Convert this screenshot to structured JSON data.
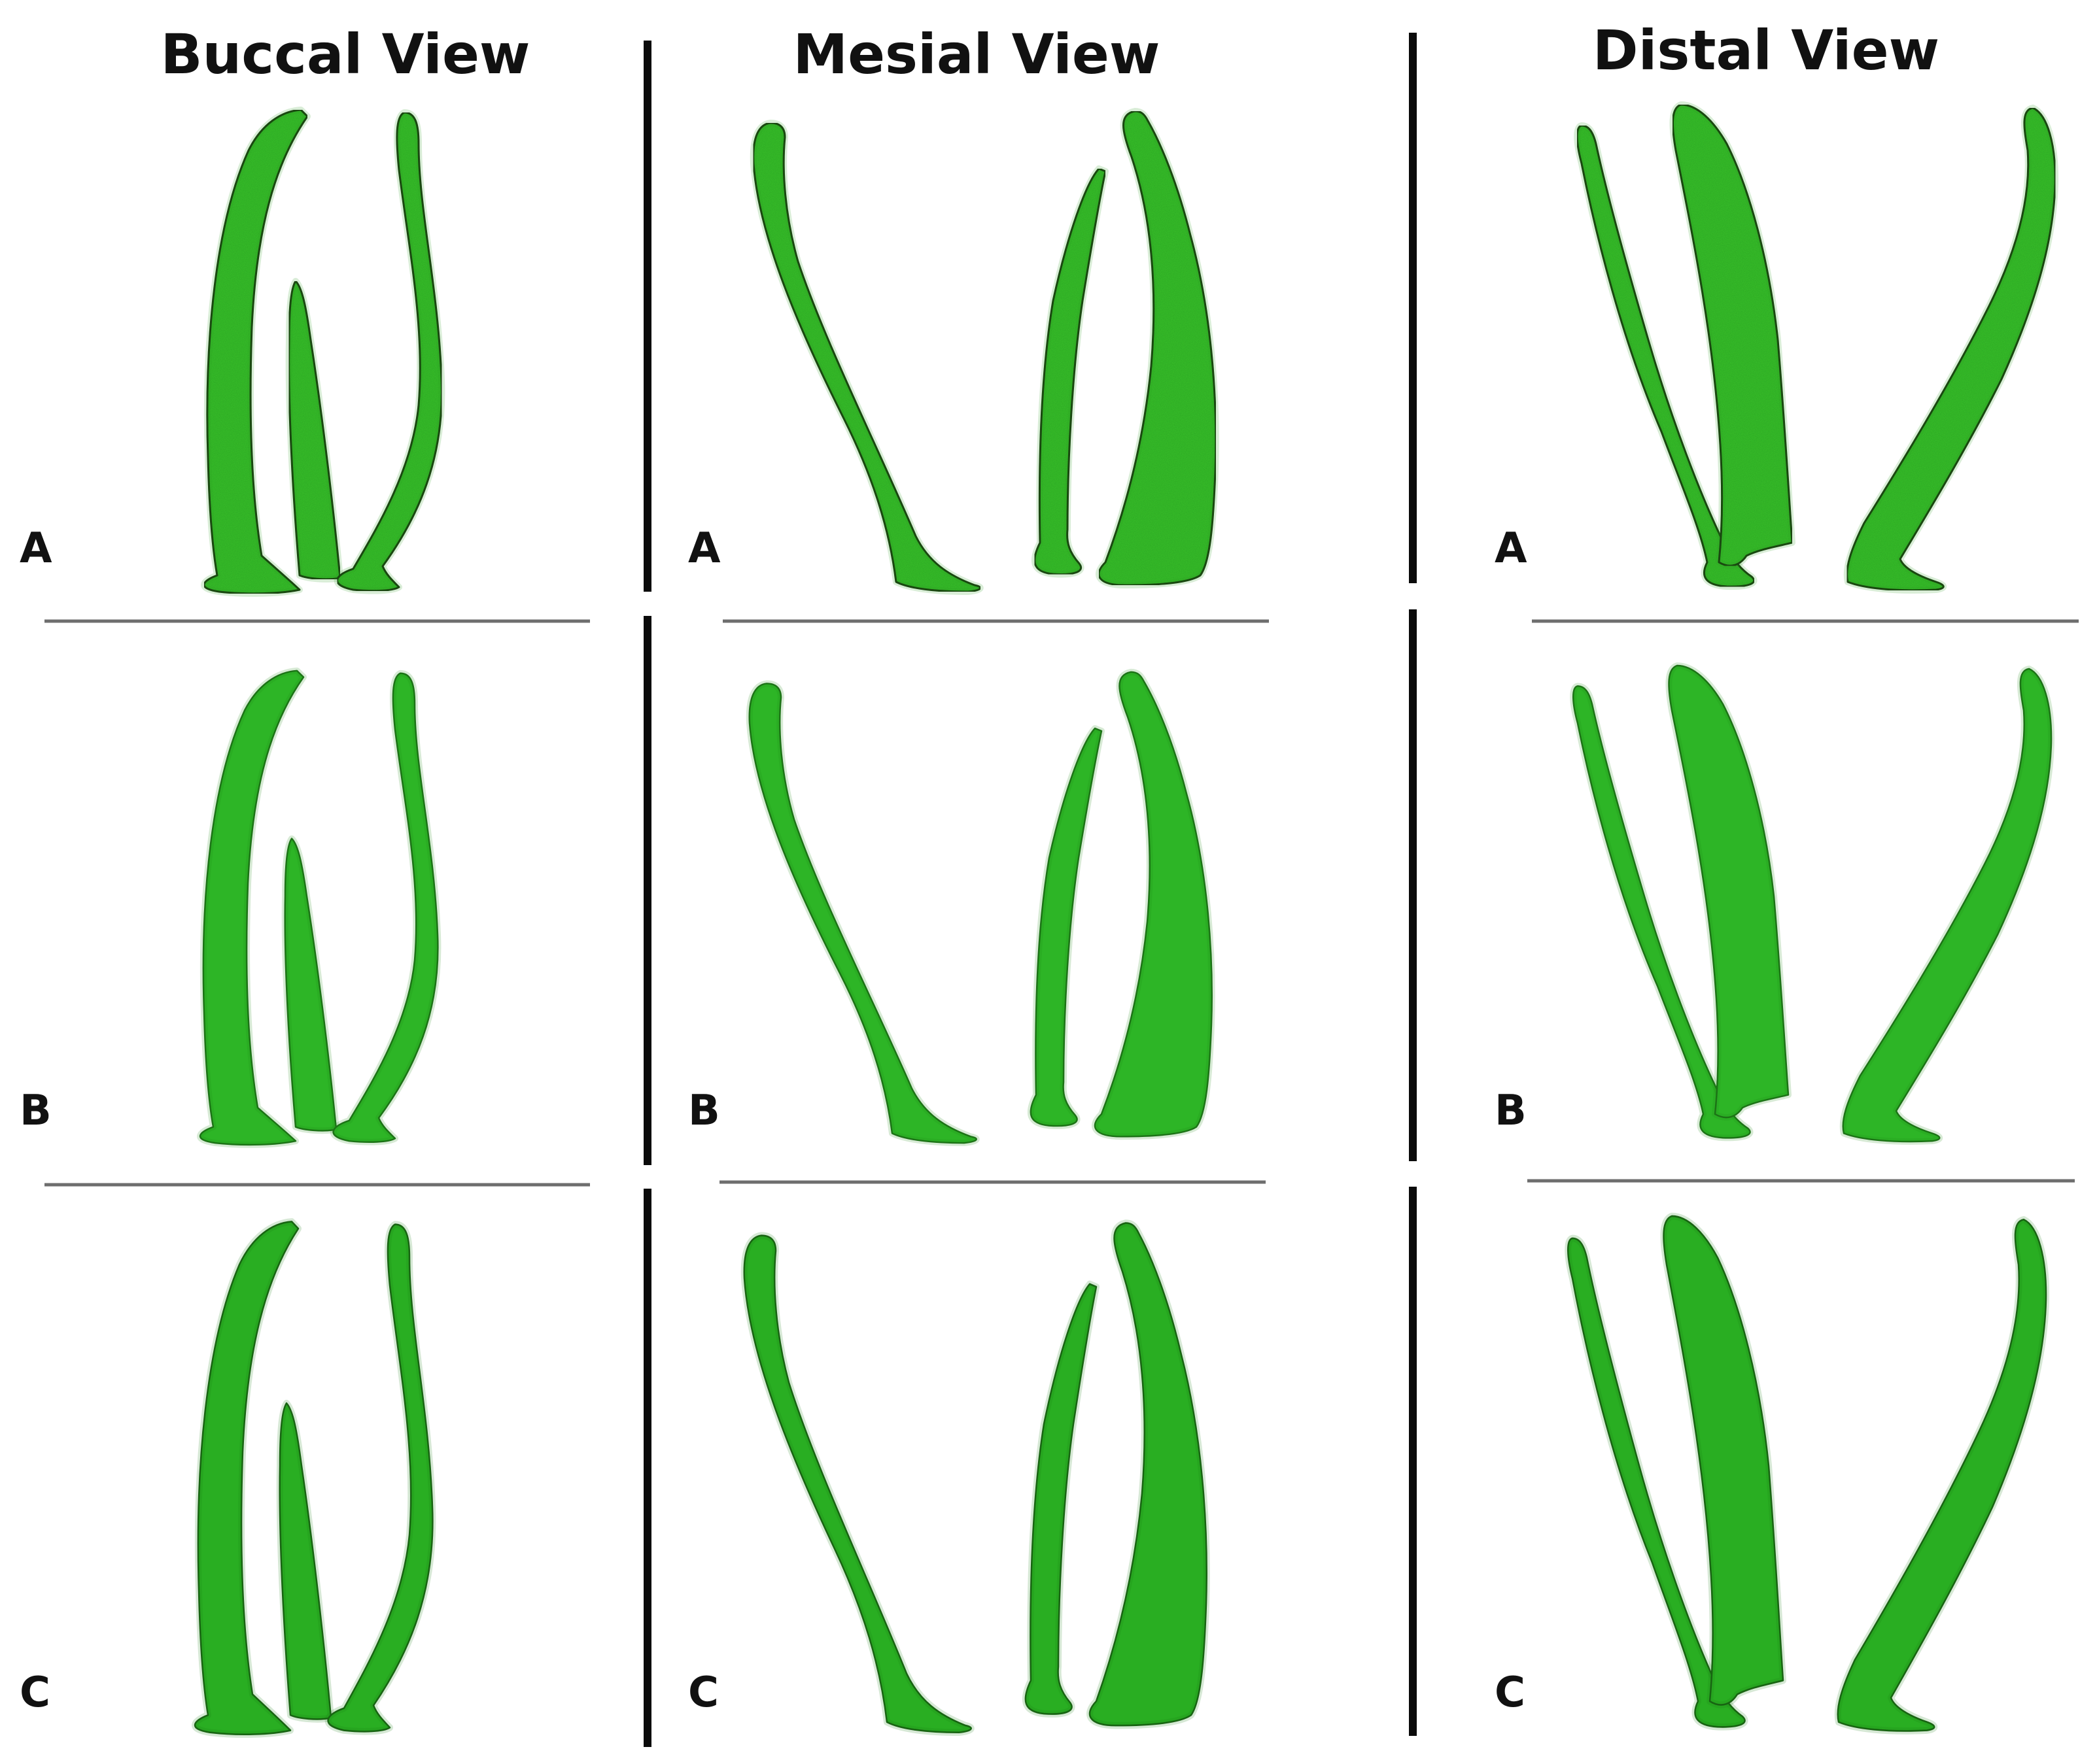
{
  "figure": {
    "columns": [
      "Buccal View",
      "Mesial View",
      "Distal View"
    ],
    "rows": [
      "A",
      "B",
      "C"
    ],
    "colors": {
      "rowA": {
        "fill": "#37c12b",
        "edge": "#163b10",
        "shade": "#2a9c1f"
      },
      "rowB": {
        "fill": "#2db526",
        "edge": "#1c6e16",
        "shade": "#1f8c18"
      },
      "rowC": {
        "fill": "#29ae22",
        "edge": "#185f12",
        "shade": "#1a7d15"
      }
    },
    "panel_icon": "tooth-root-canal-model-icon"
  }
}
